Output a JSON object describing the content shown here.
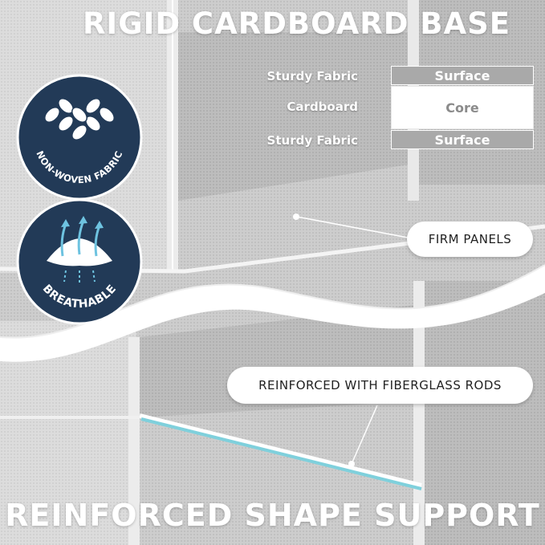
{
  "title_top": "RIGID CARDBOARD BASE",
  "title_bottom": "REINFORCED SHAPE SUPPORT",
  "layers": {
    "top_label": "Sturdy Fabric",
    "top_value": "Surface",
    "middle_label": "Cardboard",
    "middle_value": "Core",
    "bottom_label": "Sturdy Fabric",
    "bottom_value": "Surface"
  },
  "badges": {
    "non_woven": "NON-WOVEN FABRIC",
    "breathable": "BREATHABLE"
  },
  "callouts": {
    "firm_panels": "FIRM PANELS",
    "fiberglass": "REINFORCED WITH FIBERGLASS RODS"
  },
  "colors": {
    "badge_navy": "#223a57",
    "rod_teal": "#7fd0dc",
    "fabric_gray": "#cfcfcf"
  }
}
